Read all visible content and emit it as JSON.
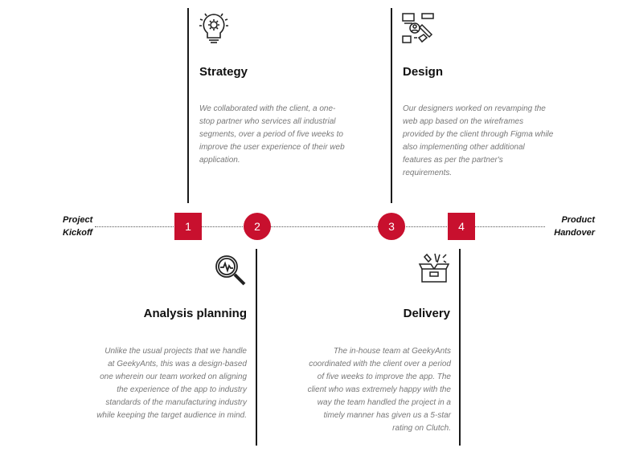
{
  "timeline": {
    "start_label_line1": "Project",
    "start_label_line2": "Kickoff",
    "end_label_line1": "Product",
    "end_label_line2": "Handover"
  },
  "markers": [
    "1",
    "2",
    "3",
    "4"
  ],
  "accent_color": "#c8102e",
  "steps": [
    {
      "title": "Strategy",
      "icon": "gear-lightbulb-icon",
      "description": "We collaborated with the client, a one-stop partner who services all industrial segments, over a period of five weeks to improve the user experience of their web application."
    },
    {
      "title": "Analysis planning",
      "icon": "magnifier-chart-icon",
      "description": "Unlike the usual projects that we handle at GeekyAnts, this was a design-based one wherein our team worked on aligning the experience of the app to industry standards of the manufacturing industry while keeping the target audience in mind."
    },
    {
      "title": "Design",
      "icon": "design-tools-icon",
      "description": "Our designers worked on revamping the web app based on the wireframes provided by the client through Figma while also implementing other additional features as per the partner's requirements."
    },
    {
      "title": "Delivery",
      "icon": "delivery-box-icon",
      "description": "The in-house team at GeekyAnts coordinated with the client over a period of five weeks to improve the app. The client who was extremely happy with the way the team handled the project in a timely manner has given us a 5-star rating on Clutch."
    }
  ]
}
